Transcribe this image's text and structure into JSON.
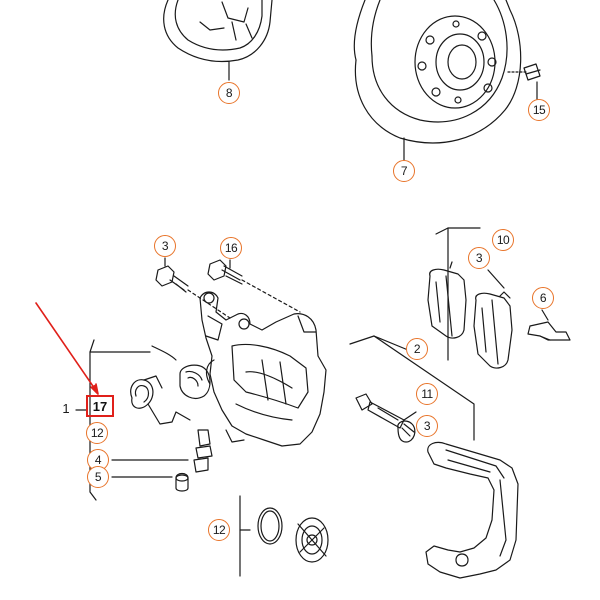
{
  "diagram": {
    "callouts": [
      "8",
      "15",
      "7",
      "3",
      "16",
      "10",
      "3",
      "6",
      "2",
      "11",
      "3",
      "12",
      "4",
      "5",
      "12"
    ],
    "plain_labels": [
      "1"
    ],
    "highlight_label": "17"
  },
  "colors": {
    "callout_ring": "#e8742a",
    "highlight": "#e0201a",
    "line": "#1a1a1a"
  }
}
